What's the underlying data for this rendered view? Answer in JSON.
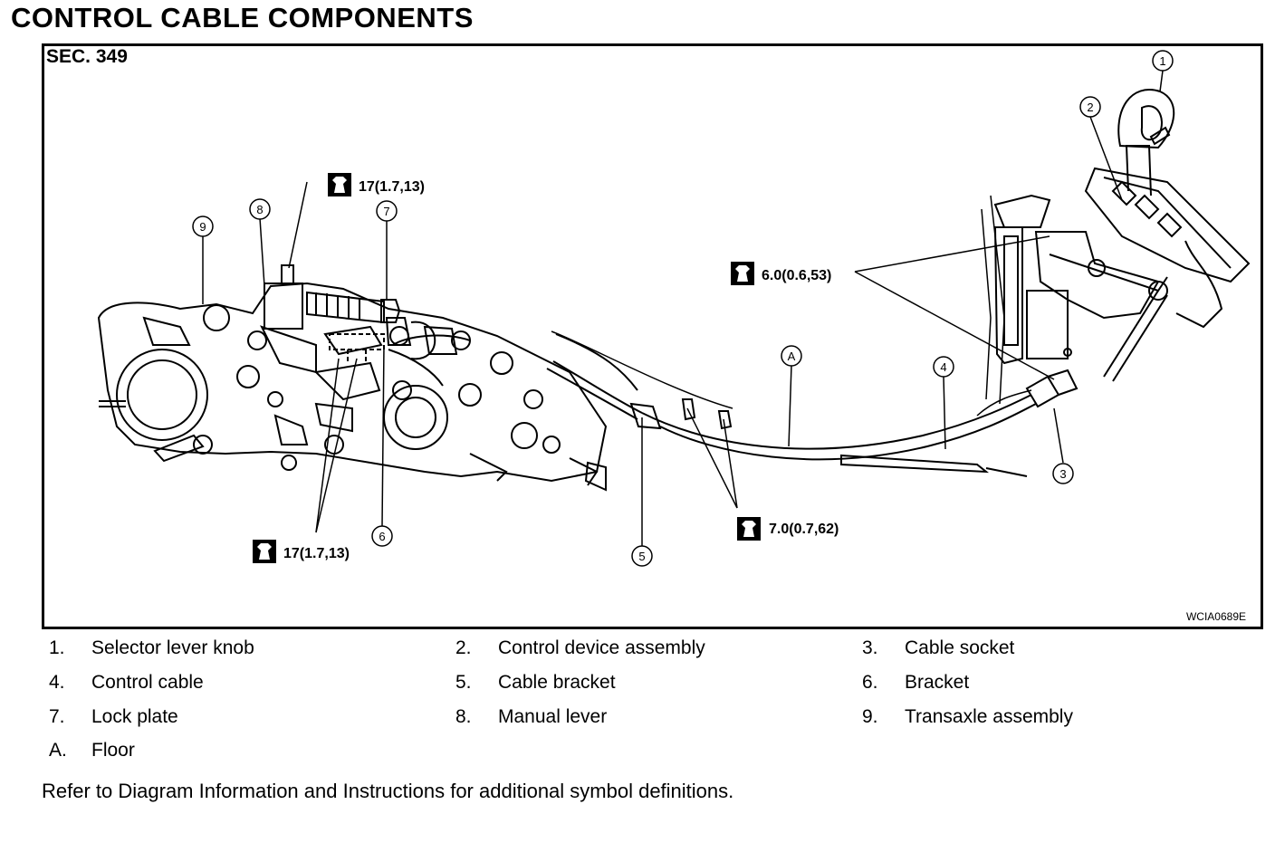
{
  "title": "CONTROL CABLE COMPONENTS",
  "section": "SEC. 349",
  "figure_code": "WCIA0689E",
  "callouts": [
    "1",
    "2",
    "3",
    "4",
    "5",
    "6",
    "7",
    "8",
    "9",
    "A"
  ],
  "torques": {
    "t_top": "17(1.7,13)",
    "t_bottom": "17(1.7,13)",
    "t_right": "6.0(0.6,53)",
    "t_mid": "7.0(0.7,62)"
  },
  "legend": [
    {
      "num": "1.",
      "label": "Selector lever knob"
    },
    {
      "num": "2.",
      "label": "Control device assembly"
    },
    {
      "num": "3.",
      "label": "Cable socket"
    },
    {
      "num": "4.",
      "label": "Control cable"
    },
    {
      "num": "5.",
      "label": "Cable bracket"
    },
    {
      "num": "6.",
      "label": "Bracket"
    },
    {
      "num": "7.",
      "label": "Lock plate"
    },
    {
      "num": "8.",
      "label": "Manual lever"
    },
    {
      "num": "9.",
      "label": "Transaxle assembly"
    },
    {
      "num": "A.",
      "label": "Floor"
    }
  ],
  "note": "Refer to Diagram Information and Instructions for additional symbol definitions."
}
